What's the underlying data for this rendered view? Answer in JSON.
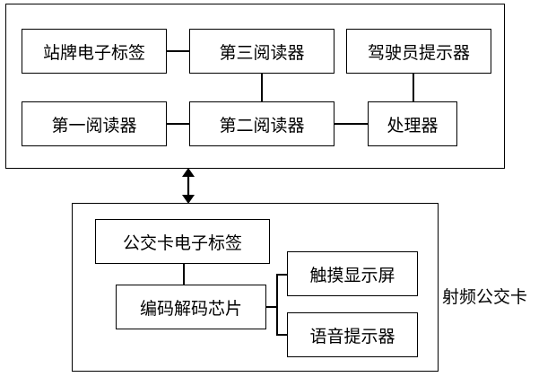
{
  "onboard_unit": {
    "station_tag": "站牌电子标签",
    "reader_3": "第三阅读器",
    "driver_prompter": "驾驶员提示器",
    "reader_1": "第一阅读器",
    "reader_2": "第二阅读器",
    "processor": "处理器"
  },
  "rf_card": {
    "card_tag": "公交卡电子标签",
    "codec_chip": "编码解码芯片",
    "touch_display": "触摸显示屏",
    "voice_prompter": "语音提示器",
    "label": "射频公交卡"
  }
}
